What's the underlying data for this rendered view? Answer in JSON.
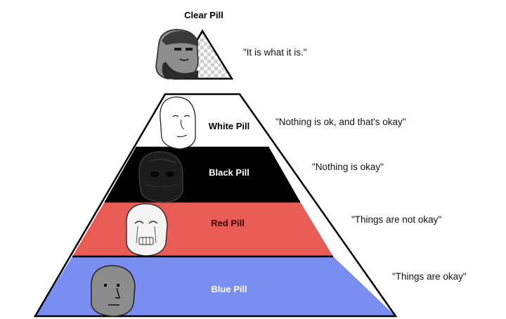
{
  "header": {
    "title": "Clear Pill",
    "quote": "\"It is what it is.\""
  },
  "tiers": [
    {
      "label": "White Pill",
      "quote": "\"Nothing is ok, and that's okay\"",
      "fill": "#ffffff",
      "text_color": "#000000"
    },
    {
      "label": "Black Pill",
      "quote": "\"Nothing is okay\"",
      "fill": "#000000",
      "text_color": "#ffffff"
    },
    {
      "label": "Red Pill",
      "quote": "\"Things are not okay\"",
      "fill": "#e85c55",
      "text_color": "#3a0000"
    },
    {
      "label": "Blue Pill",
      "quote": "\"Things are okay\"",
      "fill": "#7a8df0",
      "text_color": "#ffffff"
    }
  ],
  "icons": [
    "chad-face-icon",
    "wojak-face-icon",
    "doomer-face-icon",
    "crying-wojak-icon",
    "npc-face-icon"
  ]
}
